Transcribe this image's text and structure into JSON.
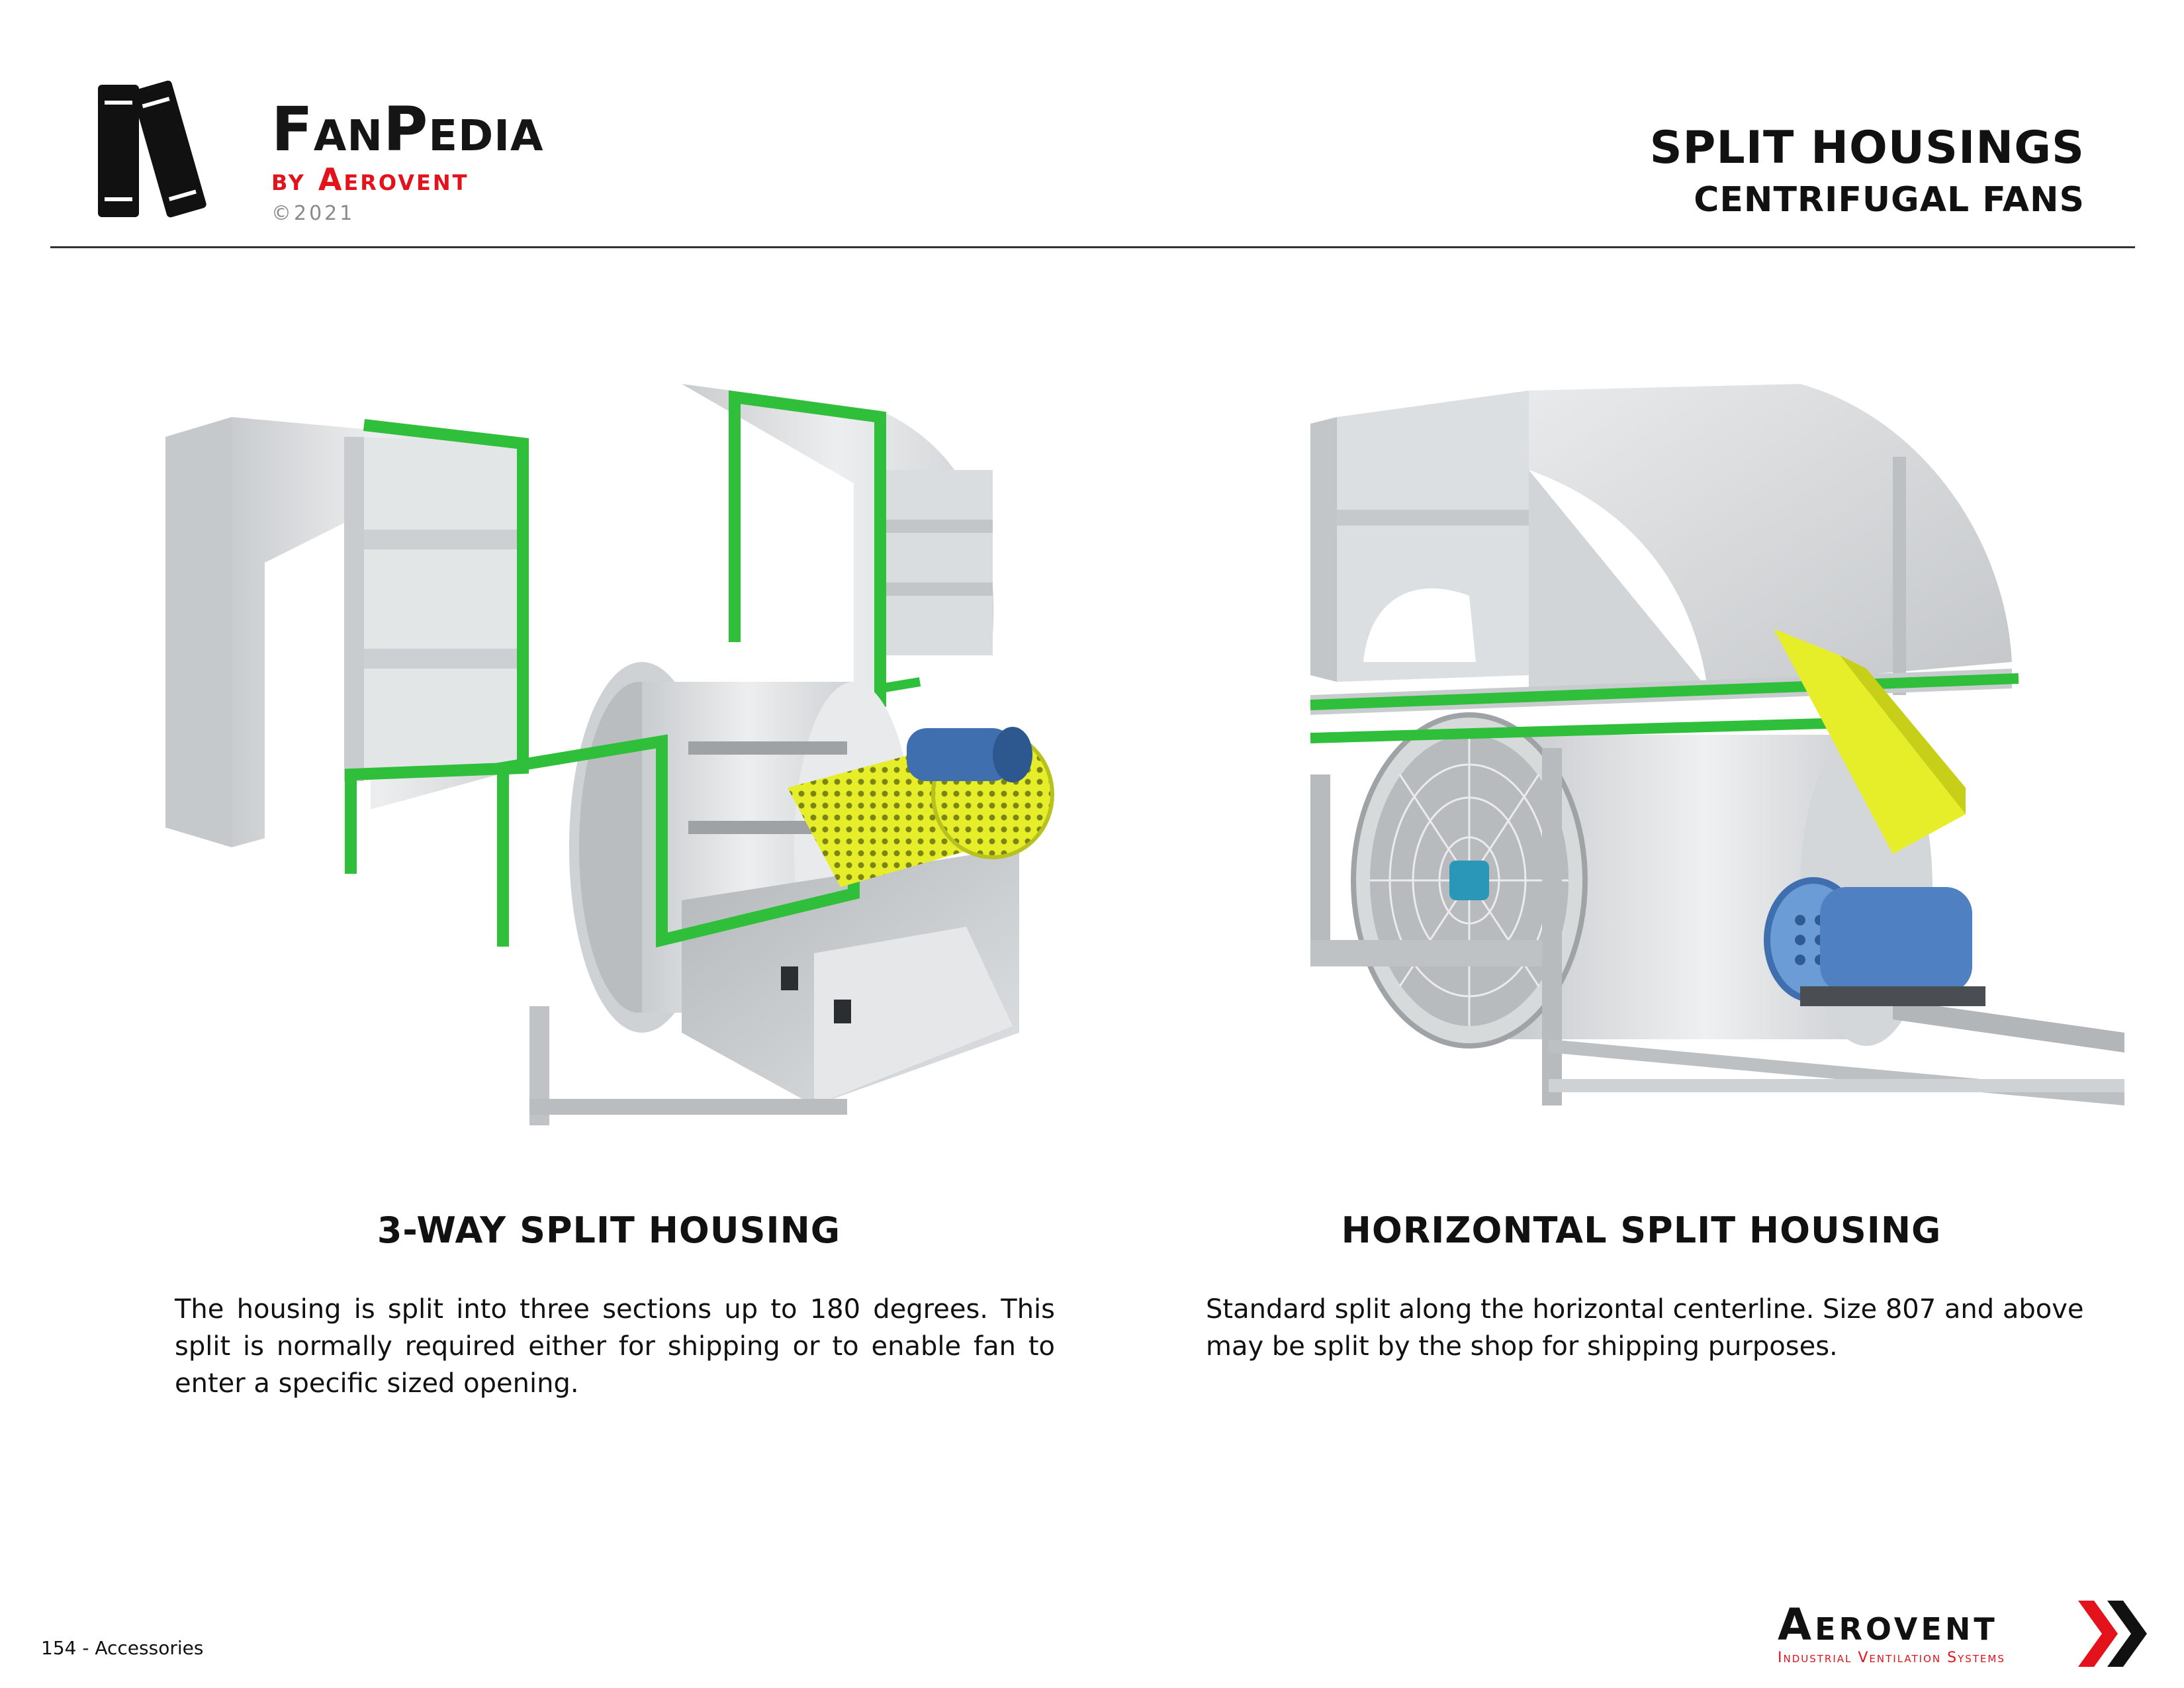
{
  "header": {
    "logo_title": "FanPedia",
    "logo_by": "by Aerovent",
    "logo_copyright": "©2021",
    "title": "SPLIT HOUSINGS",
    "subtitle": "CENTRIFUGAL FANS"
  },
  "sections": [
    {
      "heading": "3-WAY SPLIT HOUSING",
      "body": "The housing is split into three sections up to 180 degrees. This split is normally required either for shipping or to enable fan to enter a specific sized opening."
    },
    {
      "heading": "HORIZONTAL SPLIT HOUSING",
      "body": "Standard split along the horizontal centerline. Size 807 and above may be split by the shop for shipping purposes."
    }
  ],
  "footer": {
    "page_label": "154 - Accessories",
    "brand": "Aerovent",
    "tagline": "Industrial Ventilation Systems"
  },
  "colors": {
    "accent_red": "#e3121b",
    "split_green": "#2fbf3a",
    "housing_gray": "#d9dcde",
    "guard_yellow": "#e6ee2a",
    "motor_blue": "#3f6fae"
  },
  "icons": [
    "books-logo-icon",
    "double-chevron-icon"
  ]
}
